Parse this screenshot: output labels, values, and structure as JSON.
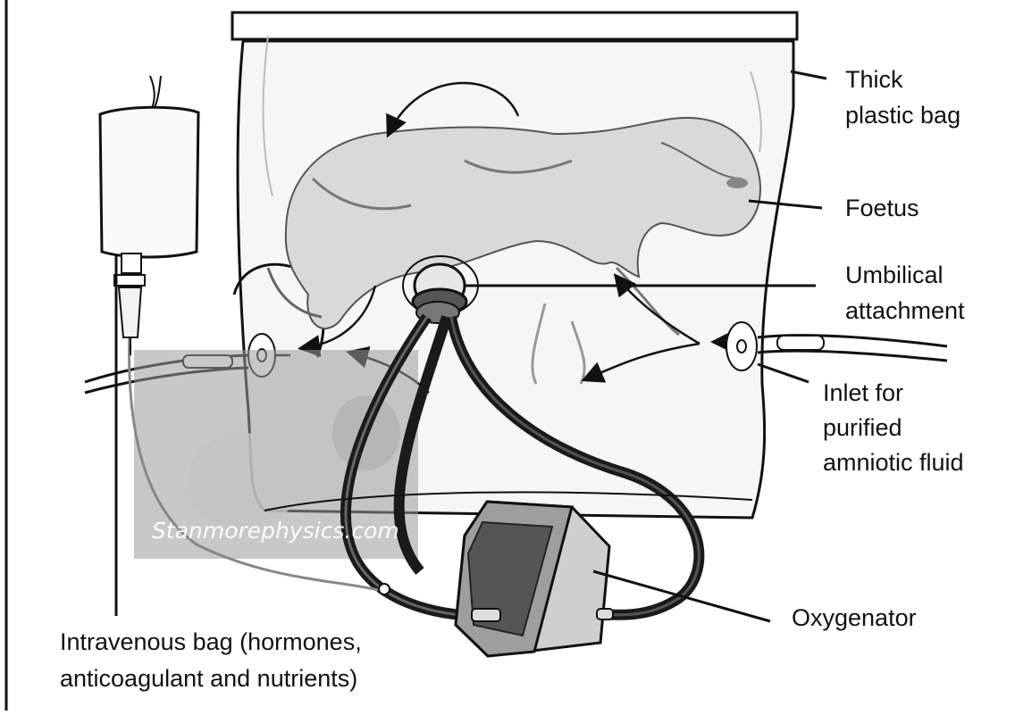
{
  "labels": {
    "bag": [
      "Thick",
      "plastic bag"
    ],
    "foetus": "Foetus",
    "umbilical": [
      "Umbilical",
      "attachment"
    ],
    "inlet": [
      "Inlet for",
      "purified",
      "amniotic fluid"
    ],
    "oxygenator": "Oxygenator",
    "iv_bag": [
      "Intravenous bag (hormones,",
      "anticoagulant and nutrients)"
    ]
  },
  "watermark": "Stanmorephysics.com",
  "colors": {
    "ink": "#111111",
    "tube": "#1a1a1a",
    "bag_fill": "#f6f6f6",
    "foetus_fill": "#d9d9d9",
    "photo_overlay": "#9a9a9a"
  },
  "icons": {
    "oxygenator": "box-device-icon",
    "iv_bag": "drip-bag-icon"
  }
}
